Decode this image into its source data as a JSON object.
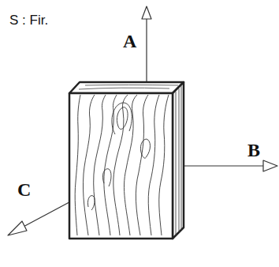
{
  "diagram": {
    "labels": [
      "S : Fir.",
      "A",
      "B",
      "C"
    ]
  }
}
